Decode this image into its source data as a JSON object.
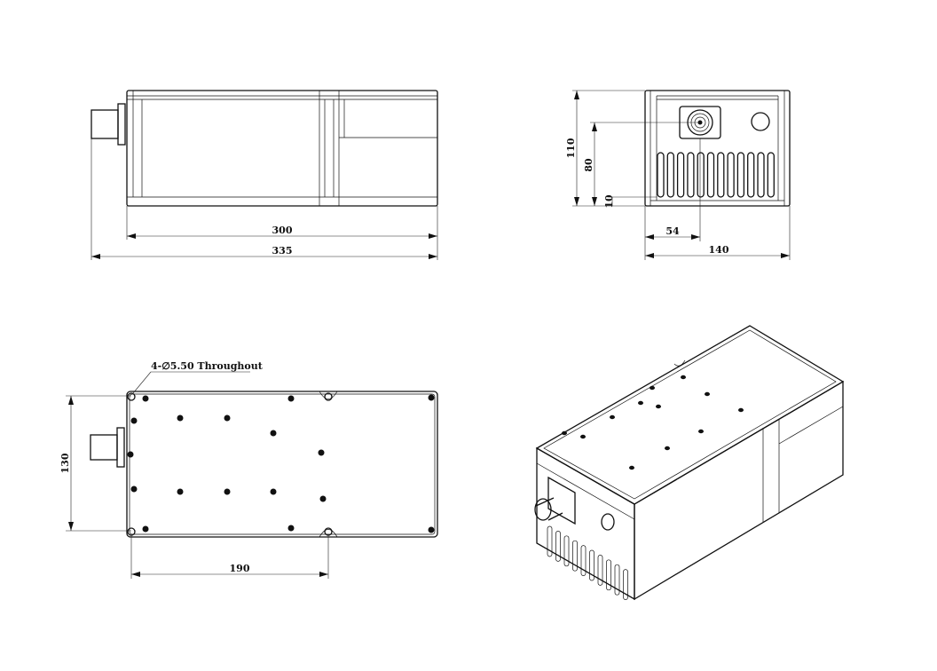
{
  "drawing": {
    "side_view": {
      "dim_body_length": "300",
      "dim_total_length": "335"
    },
    "end_view": {
      "dim_height": "110",
      "dim_connector_height": "80",
      "dim_fin_base": "10",
      "dim_connector_offset": "54",
      "dim_width": "140"
    },
    "bottom_view": {
      "hole_note": "4-∅5.50 Throughout",
      "dim_width": "130",
      "dim_hole_spacing": "190"
    },
    "iso_view": {}
  }
}
